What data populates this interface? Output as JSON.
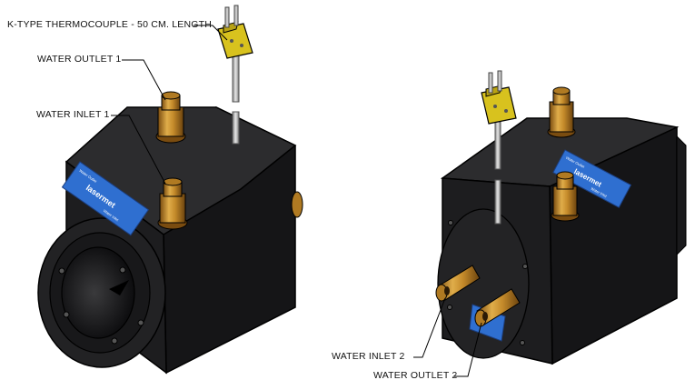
{
  "labels": {
    "thermocouple": "K-TYPE THERMOCOUPLE - 50 CM. LENGTH",
    "water_outlet_1": "WATER OUTLET 1",
    "water_inlet_1": "WATER INLET 1",
    "water_inlet_2": "WATER INLET 2",
    "water_outlet_2": "WATER OUTLET 2"
  },
  "product_label": {
    "brand": "lasermet",
    "water_outlet_text": "Water Outlet",
    "water_inlet_text": "Water Inlet"
  },
  "colors": {
    "body_front": "#1d1d1f",
    "body_top": "#2c2c2e",
    "body_side": "#151517",
    "brass": "#c8902e",
    "brass_dark": "#8a5a14",
    "connector_yellow": "#d8c21e",
    "label_blue": "#2f6fd0",
    "outline": "#000000"
  }
}
